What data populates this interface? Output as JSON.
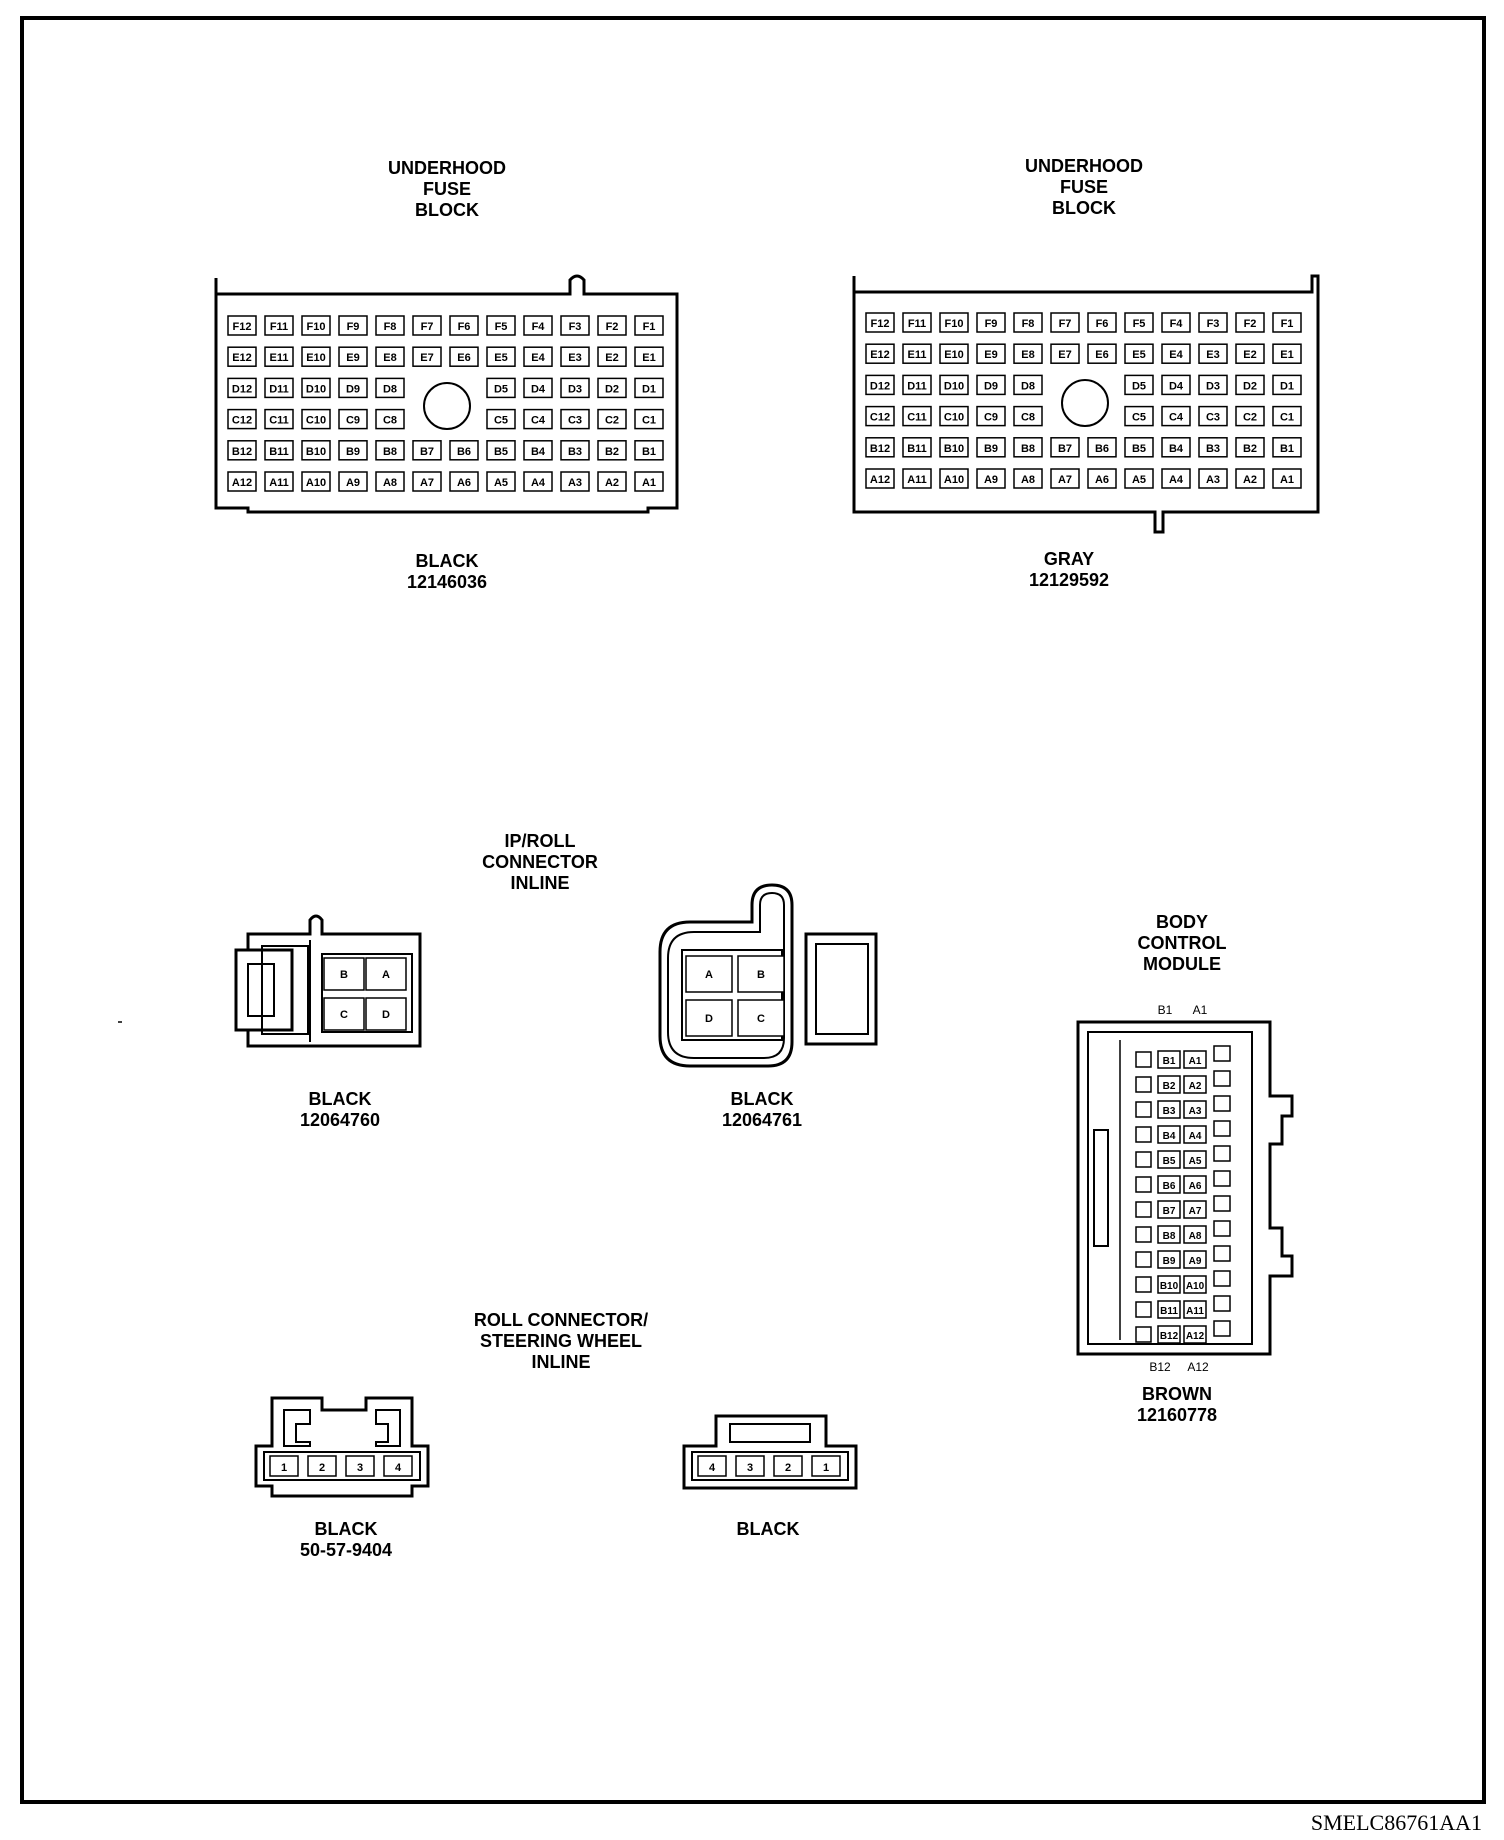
{
  "figure_id": "SMELC86761AA1",
  "connectors": {
    "fuse_black": {
      "title": [
        "UNDERHOOD",
        "FUSE",
        "BLOCK"
      ],
      "color": "BLACK",
      "part": "12146036",
      "rows": [
        [
          "F12",
          "F11",
          "F10",
          "F9",
          "F8",
          "F7",
          "F6",
          "F5",
          "F4",
          "F3",
          "F2",
          "F1"
        ],
        [
          "E12",
          "E11",
          "E10",
          "E9",
          "E8",
          "E7",
          "E6",
          "E5",
          "E4",
          "E3",
          "E2",
          "E1"
        ],
        [
          "D12",
          "D11",
          "D10",
          "D9",
          "D8",
          "",
          "",
          "D5",
          "D4",
          "D3",
          "D2",
          "D1"
        ],
        [
          "C12",
          "C11",
          "C10",
          "C9",
          "C8",
          "",
          "",
          "C5",
          "C4",
          "C3",
          "C2",
          "C1"
        ],
        [
          "B12",
          "B11",
          "B10",
          "B9",
          "B8",
          "B7",
          "B6",
          "B5",
          "B4",
          "B3",
          "B2",
          "B1"
        ],
        [
          "A12",
          "A11",
          "A10",
          "A9",
          "A8",
          "A7",
          "A6",
          "A5",
          "A4",
          "A3",
          "A2",
          "A1"
        ]
      ]
    },
    "fuse_gray": {
      "title": [
        "UNDERHOOD",
        "FUSE",
        "BLOCK"
      ],
      "color": "GRAY",
      "part": "12129592",
      "rows": [
        [
          "F12",
          "F11",
          "F10",
          "F9",
          "F8",
          "F7",
          "F6",
          "F5",
          "F4",
          "F3",
          "F2",
          "F1"
        ],
        [
          "E12",
          "E11",
          "E10",
          "E9",
          "E8",
          "E7",
          "E6",
          "E5",
          "E4",
          "E3",
          "E2",
          "E1"
        ],
        [
          "D12",
          "D11",
          "D10",
          "D9",
          "D8",
          "",
          "",
          "D5",
          "D4",
          "D3",
          "D2",
          "D1"
        ],
        [
          "C12",
          "C11",
          "C10",
          "C9",
          "C8",
          "",
          "",
          "C5",
          "C4",
          "C3",
          "C2",
          "C1"
        ],
        [
          "B12",
          "B11",
          "B10",
          "B9",
          "B8",
          "B7",
          "B6",
          "B5",
          "B4",
          "B3",
          "B2",
          "B1"
        ],
        [
          "A12",
          "A11",
          "A10",
          "A9",
          "A8",
          "A7",
          "A6",
          "A5",
          "A4",
          "A3",
          "A2",
          "A1"
        ]
      ]
    },
    "ip_roll": {
      "title": [
        "IP/ROLL",
        "CONNECTOR",
        "INLINE"
      ],
      "left": {
        "color": "BLACK",
        "part": "12064760",
        "pins": [
          "B",
          "A",
          "C",
          "D"
        ]
      },
      "right": {
        "color": "BLACK",
        "part": "12064761",
        "pins": [
          "A",
          "B",
          "D",
          "C"
        ]
      }
    },
    "bcm": {
      "title": [
        "BODY",
        "CONTROL",
        "MODULE"
      ],
      "color": "BROWN",
      "part": "12160778",
      "top_labels": [
        "B1",
        "A1"
      ],
      "bottom_labels": [
        "B12",
        "A12"
      ],
      "b_pins": [
        "B1",
        "B2",
        "B3",
        "B4",
        "B5",
        "B6",
        "B7",
        "B8",
        "B9",
        "B10",
        "B11",
        "B12"
      ],
      "a_pins": [
        "A1",
        "A2",
        "A3",
        "A4",
        "A5",
        "A6",
        "A7",
        "A8",
        "A9",
        "A10",
        "A11",
        "A12"
      ]
    },
    "roll_steering": {
      "title": [
        "ROLL CONNECTOR/",
        "STEERING WHEEL",
        "INLINE"
      ],
      "left": {
        "color": "BLACK",
        "part": "50-57-9404",
        "pins": [
          "1",
          "2",
          "3",
          "4"
        ]
      },
      "right": {
        "color": "BLACK",
        "pins": [
          "4",
          "3",
          "2",
          "1"
        ]
      }
    }
  }
}
